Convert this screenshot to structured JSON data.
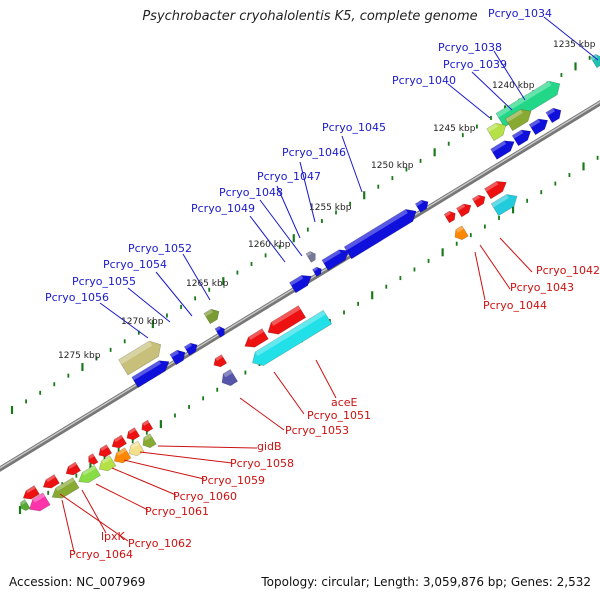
{
  "title": "Psychrobacter cryohalolentis K5, complete genome",
  "footer": {
    "accession": "Accession: NC_007969",
    "summary": "Topology: circular; Length: 3,059,876 bp; Genes: 2,532"
  },
  "colors": {
    "backbone": "#888888",
    "tick": "#1a7a1a",
    "upper_label": "#1a1acc",
    "lower_label": "#cc1111"
  },
  "ruler_labels": [
    "1235 kbp",
    "1240 kbp",
    "1245 kbp",
    "1250 kbp",
    "1255 kbp",
    "1260 kbp",
    "1265 kbp",
    "1270 kbp",
    "1275 kbp"
  ],
  "upper_gene_labels": [
    "Pcryo_1034",
    "Pcryo_1038",
    "Pcryo_1039",
    "Pcryo_1040",
    "Pcryo_1045",
    "Pcryo_1046",
    "Pcryo_1047",
    "Pcryo_1048",
    "Pcryo_1049",
    "Pcryo_1052",
    "Pcryo_1054",
    "Pcryo_1055",
    "Pcryo_1056"
  ],
  "lower_gene_labels": [
    "Pcryo_1042",
    "Pcryo_1043",
    "Pcryo_1044",
    "aceE",
    "Pcryo_1051",
    "Pcryo_1053",
    "gidB",
    "Pcryo_1058",
    "Pcryo_1059",
    "Pcryo_1060",
    "Pcryo_1061",
    "lpxK",
    "Pcryo_1062",
    "Pcryo_1064"
  ]
}
